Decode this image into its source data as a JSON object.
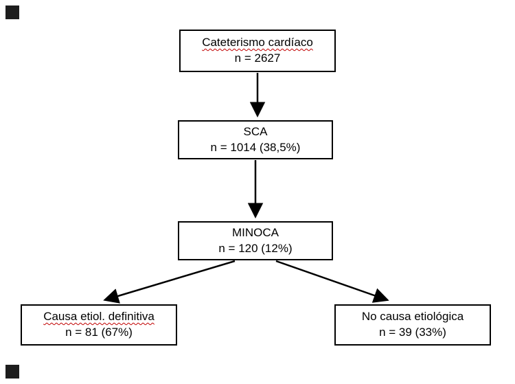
{
  "diagram": {
    "nodes": {
      "cateterismo": {
        "title": "Cateterismo cardíaco",
        "subtitle": "n = 2627"
      },
      "sca": {
        "title": "SCA",
        "subtitle": "n = 1014 (38,5%)"
      },
      "minoca": {
        "title": "MINOCA",
        "subtitle": "n = 120 (12%)"
      },
      "causa": {
        "title": "Causa etiol. definitiva",
        "subtitle": "n = 81 (67%)"
      },
      "nocausa": {
        "title": "No causa etiológica",
        "subtitle": "n = 39 (33%)"
      }
    },
    "colors": {
      "box_border": "#000000",
      "box_fill": "#ffffff",
      "arrow": "#000000",
      "spellcheck_underline": "#c00000"
    }
  }
}
